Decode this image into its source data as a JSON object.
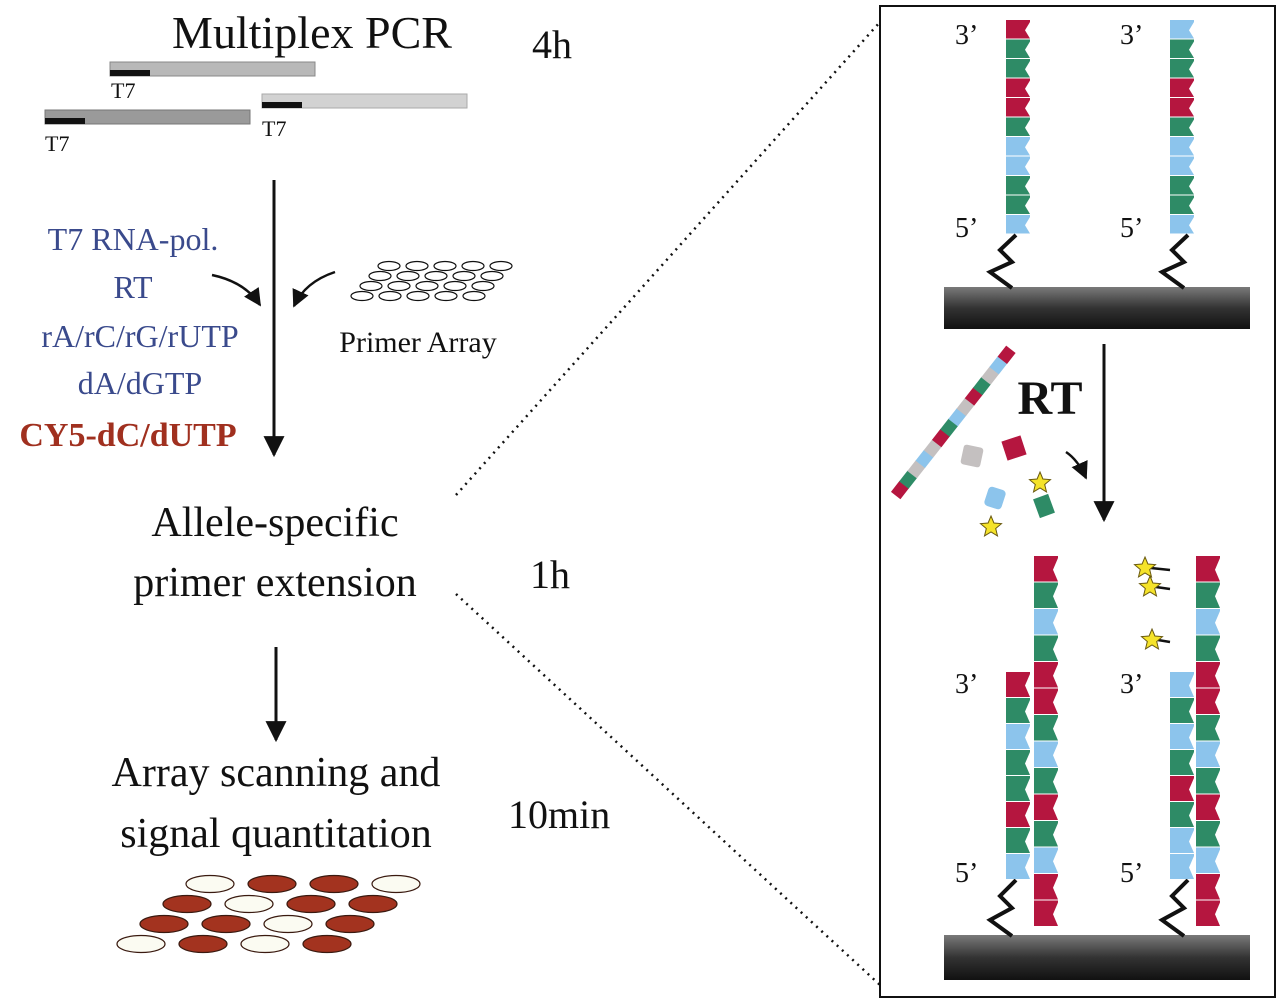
{
  "workflow": {
    "step1_title": "Multiplex PCR",
    "step1_time": "4h",
    "t7_label": "T7",
    "reagents": [
      "T7 RNA-pol.",
      "RT",
      "rA/rC/rG/rUTP",
      "dA/dGTP"
    ],
    "reagent_labeled": "CY5-dC/dUTP",
    "primer_array_label": "Primer Array",
    "step2_title_line1": "Allele-specific",
    "step2_title_line2": "primer extension",
    "step2_time": "1h",
    "step3_title_line1": "Array scanning and",
    "step3_title_line2": "signal quantitation",
    "step3_time": "10min"
  },
  "detail": {
    "prime3": "3’",
    "prime5": "5’",
    "rt_label": "RT"
  },
  "colors": {
    "red": "#b5163f",
    "green": "#2e8b66",
    "blue": "#8cc4ec",
    "gray": "#c4c0c0",
    "reagent_text": "#3a4a8c",
    "cy5_text": "#a0301f",
    "spot_red": "#a3331f",
    "star": "#f5e32a"
  },
  "strand_sequences": {
    "probe_left": "RGGRRGBBGGB",
    "probe_right": "BGGRRGBBGGB",
    "ext_left": "RGBGGRGB",
    "ext_right": "BGBGRGBB",
    "template_left": "RGBGRRGBGRGBRR",
    "template_right": "RGBGRRGBGRGBRR"
  },
  "scanned_array": [
    [
      "empty",
      "red",
      "red",
      "empty"
    ],
    [
      "red",
      "empty",
      "red",
      "red"
    ],
    [
      "red",
      "red",
      "empty",
      "red"
    ],
    [
      "empty",
      "red",
      "empty",
      "red"
    ]
  ]
}
